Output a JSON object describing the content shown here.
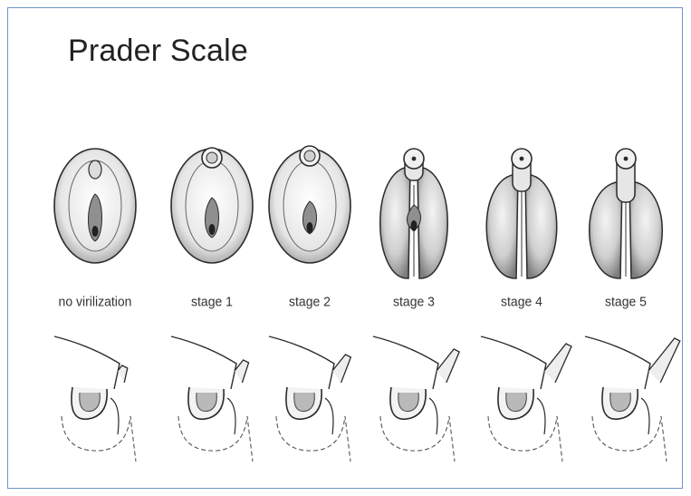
{
  "title": "Prader Scale",
  "stages": [
    {
      "label": "no virilization",
      "level": 0
    },
    {
      "label": "stage 1",
      "level": 1
    },
    {
      "label": "stage 2",
      "level": 2
    },
    {
      "label": "stage 3",
      "level": 3
    },
    {
      "label": "stage 4",
      "level": 4
    },
    {
      "label": "stage 5",
      "level": 5
    }
  ],
  "colors": {
    "frame": "#6f95c9",
    "ink": "#2b2b2b",
    "shade": "#b9b9b9"
  }
}
